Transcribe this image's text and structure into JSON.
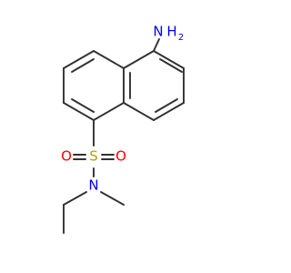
{
  "molecule": {
    "atoms": [
      {
        "id": "NH2",
        "element": "N",
        "label": "N",
        "hcount": "2",
        "hlabel": "H",
        "color": "#0000ff"
      },
      {
        "id": "S",
        "element": "S",
        "label": "S",
        "color": "#b8a000"
      },
      {
        "id": "O1",
        "element": "O",
        "label": "O",
        "color": "#ff0000"
      },
      {
        "id": "O2",
        "element": "O",
        "label": "O",
        "color": "#ff0000"
      },
      {
        "id": "N2",
        "element": "N",
        "label": "N",
        "color": "#0000ff"
      }
    ]
  }
}
